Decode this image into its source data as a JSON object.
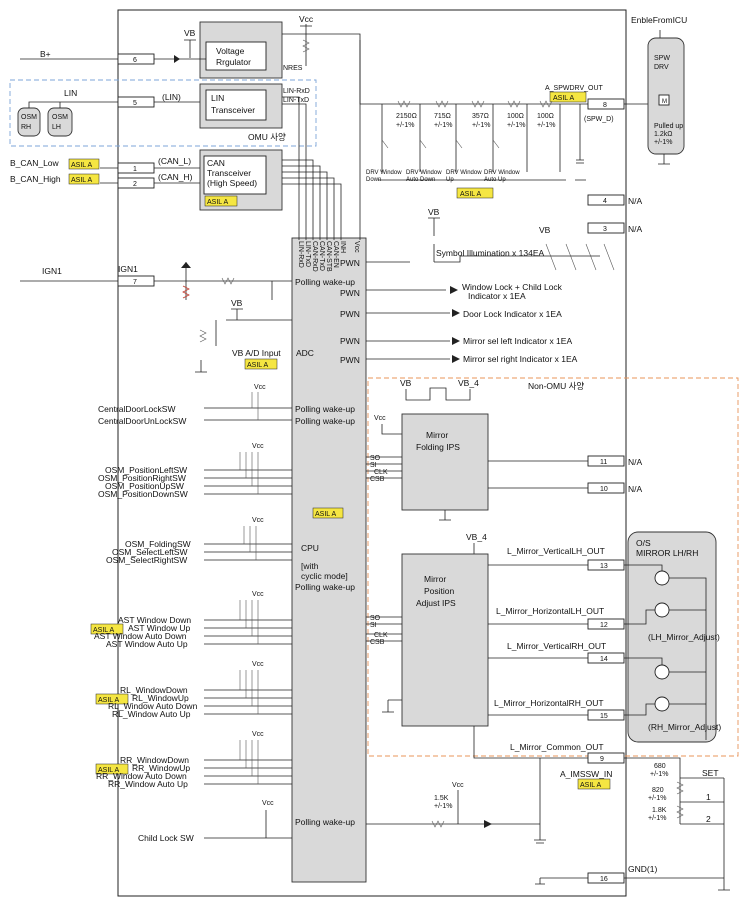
{
  "header": {
    "vcc_top": "Vcc",
    "vb_top": "VB",
    "enable_from_icu": "EnbleFromICU"
  },
  "power": {
    "bplus": "B+",
    "pin6": "6",
    "regulator": [
      "Voltage",
      "Rrgulator"
    ],
    "nres": "NRES",
    "ign1": "IGN1",
    "ign1_pin_label": "IGN1",
    "pin7": "7"
  },
  "omu": {
    "label": "OMU 사양",
    "lin": "LIN",
    "lin_paren": "(LIN)",
    "pin5": "5",
    "osm_rh": [
      "OSM",
      "RH"
    ],
    "osm_lh": [
      "OSM",
      "LH"
    ],
    "lin_transceiver": [
      "LIN",
      "Transceiver"
    ],
    "lin_rxd": "LIN-RxD",
    "lin_txd": "LIN-TxD"
  },
  "can": {
    "low": "B_CAN_Low",
    "high": "B_CAN_High",
    "pin1": "1",
    "pin2": "2",
    "can_l": "(CAN_L)",
    "can_h": "(CAN_H)",
    "transceiver": [
      "CAN",
      "Transceiver",
      "(High Speed)"
    ]
  },
  "asil": {
    "a": "ASIL A"
  },
  "cpu_pins": [
    "LIN-RxD",
    "LIN-TxD",
    "CAN-RxD",
    "CAN-TxD",
    "CAN-STB",
    "CAN-EN",
    "INH"
  ],
  "cpu": {
    "pwn": "PWN",
    "polling_wake_up": "Polling wake-up",
    "adc": "ADC",
    "cpu": "CPU",
    "with": "[with",
    "cyclic": "cyclic mode]",
    "vcc": "Vcc"
  },
  "spw": {
    "out": "A_SPWDRV_OUT",
    "pin8": "8",
    "spw_d": "(SPW_D)",
    "drv": [
      "SPW",
      "DRV"
    ],
    "pulled": [
      "Pulled up",
      "1.2kΩ",
      "+/-1%"
    ],
    "resistors": [
      {
        "value": "2150Ω",
        "tol": "+/-1%"
      },
      {
        "value": "715Ω",
        "tol": "+/-1%"
      },
      {
        "value": "357Ω",
        "tol": "+/-1%"
      },
      {
        "value": "100Ω",
        "tol": "+/-1%"
      },
      {
        "value": "100Ω",
        "tol": "+/-1%"
      }
    ],
    "switches": [
      [
        "DRV Window",
        "Down"
      ],
      [
        "DRV Window",
        "Auto Down"
      ],
      [
        "DRV Window",
        "Up"
      ],
      [
        "DRV Window",
        "Auto Up"
      ]
    ]
  },
  "na": {
    "pin4": "4",
    "pin3": "3",
    "label": "N/A"
  },
  "indicators": {
    "vb": "VB",
    "symbol": "Symbol Illumination x 134EA",
    "window_lock": [
      "Window Lock + Child Lock",
      "Indicator x 1EA"
    ],
    "door_lock": "Door Lock Indicator x 1EA",
    "mirror_left": "Mirror sel left Indicator x 1EA",
    "mirror_right": "Mirror sel right Indicator x 1EA"
  },
  "vb_ad": {
    "vb": "VB",
    "input": "VB A/D Input"
  },
  "switch_groups": {
    "central": [
      "CentralDoorLockSW",
      "CentralDoorUnLockSW"
    ],
    "osm_pos": [
      "OSM_PositionLeftSW",
      "OSM_PositionRightSW",
      "OSM_PositionUpSW",
      "OSM_PositionDownSW"
    ],
    "osm_sel": [
      "OSM_FoldingSW",
      "OSM_SelectLeftSW",
      "OSM_SelectRightSW"
    ],
    "ast": [
      "AST Window Down",
      "AST Window Up",
      "AST Window Auto Down",
      "AST Window Auto Up"
    ],
    "rl": [
      "RL_WindowDown",
      "RL_WindowUp",
      "RL_Window Auto Down",
      "RL_Window Auto Up"
    ],
    "rr": [
      "RR_WindowDown",
      "RR_WindowUp",
      "RR_Window Auto Down",
      "RR_Window Auto Up"
    ],
    "child_lock": "Child Lock SW"
  },
  "non_omu": {
    "label": "Non-OMU 사양",
    "vb": "VB",
    "vb4": "VB_4",
    "vcc": "Vcc",
    "folding": [
      "Mirror",
      "Folding IPS"
    ],
    "spi": [
      "SO",
      "SI",
      "CLK",
      "CSB"
    ],
    "pin11": "11",
    "pin10": "10",
    "na": "N/A",
    "adjust": [
      "Mirror",
      "Position",
      "Adjust IPS"
    ],
    "vb4b": "VB_4",
    "outputs": [
      {
        "label": "L_Mirror_VerticalLH_OUT",
        "pin": "13"
      },
      {
        "label": "L_Mirror_HorizontalLH_OUT",
        "pin": "12"
      },
      {
        "label": "L_Mirror_VerticalRH_OUT",
        "pin": "14"
      },
      {
        "label": "L_Mirror_HorizontalRH_OUT",
        "pin": "15"
      }
    ],
    "common": "L_Mirror_Common_OUT",
    "pin9": "9",
    "mirror_block": [
      "O/S",
      "MIRROR LH/RH"
    ],
    "lh_adjust": "(LH_Mirror_Adjust)",
    "rh_adjust": "(RH_Mirror_Adjust)"
  },
  "imssw": {
    "in": "A_IMSSW_IN",
    "pullup": [
      "1.5K",
      "+/-1%"
    ],
    "r680": [
      "680",
      "+/-1%"
    ],
    "r820": [
      "820",
      "+/-1%"
    ],
    "r1k8": [
      "1.8K",
      "+/-1%"
    ],
    "set": "SET",
    "s1": "1",
    "s2": "2"
  },
  "gnd": {
    "label": "GND(1)",
    "pin16": "16"
  }
}
